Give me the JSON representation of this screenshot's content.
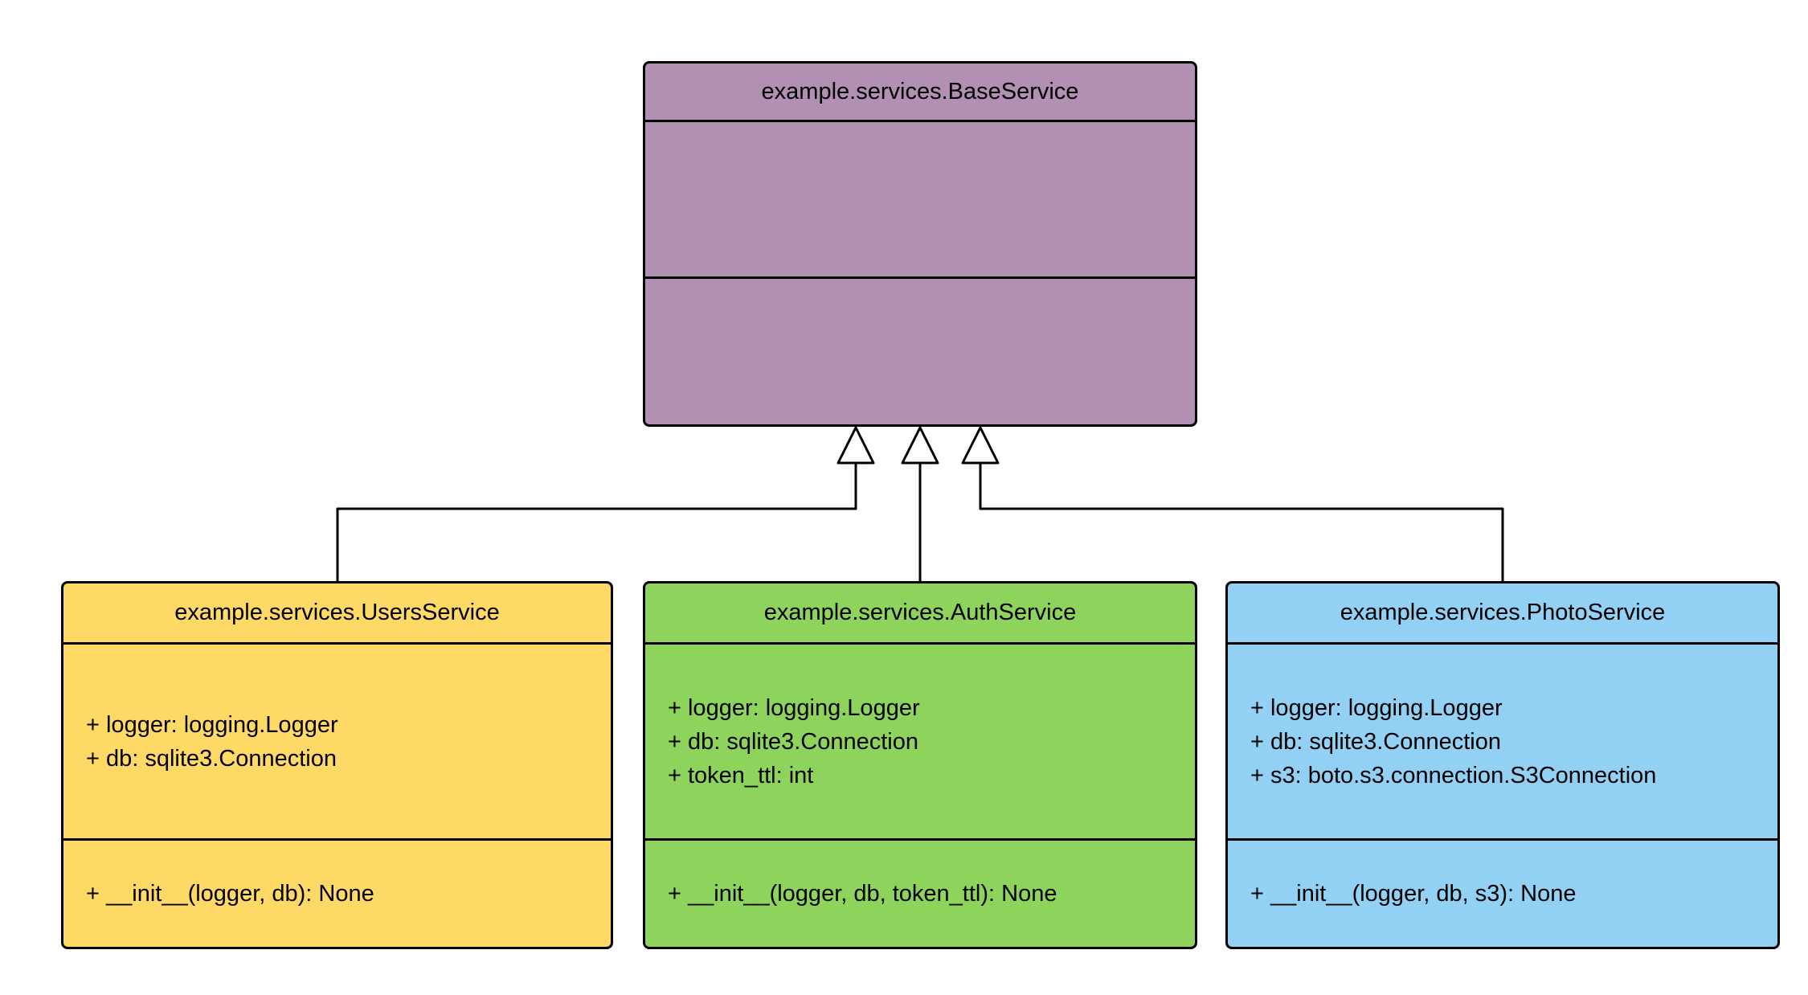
{
  "classes": [
    {
      "name": "example.services.BaseService",
      "fill": "#b190b4",
      "attributes": [],
      "methods": []
    },
    {
      "name": "example.services.UsersService",
      "fill": "#ffd966",
      "attributes": [
        "+ logger: logging.Logger",
        "+ db: sqlite3.Connection"
      ],
      "methods": [
        "+ __init__(logger, db): None"
      ]
    },
    {
      "name": "example.services.AuthService",
      "fill": "#8dd35c",
      "attributes": [
        "+ logger: logging.Logger",
        "+ db: sqlite3.Connection",
        "+ token_ttl: int"
      ],
      "methods": [
        "+ __init__(logger, db, token_ttl): None"
      ]
    },
    {
      "name": "example.services.PhotoService",
      "fill": "#92d1f3",
      "attributes": [
        "+ logger: logging.Logger",
        "+ db: sqlite3.Connection",
        "+ s3: boto.s3.connection.S3Connection"
      ],
      "methods": [
        "+ __init__(logger, db, s3): None"
      ]
    }
  ],
  "relations": [
    {
      "from": "example.services.UsersService",
      "to": "example.services.BaseService",
      "type": "inheritance"
    },
    {
      "from": "example.services.AuthService",
      "to": "example.services.BaseService",
      "type": "inheritance"
    },
    {
      "from": "example.services.PhotoService",
      "to": "example.services.BaseService",
      "type": "inheritance"
    }
  ],
  "colors": {
    "stroke": "#000000",
    "background": "#ffffff"
  }
}
